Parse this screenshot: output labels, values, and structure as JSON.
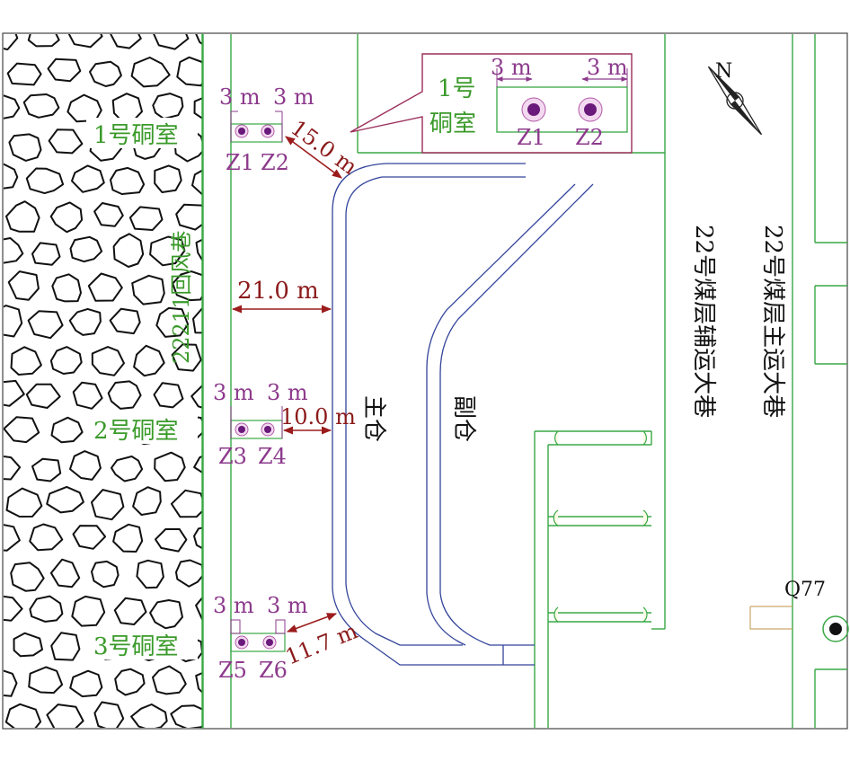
{
  "colors": {
    "roadway": "#39a845",
    "silo": "#33449a",
    "dimension": "#9b1c1c",
    "borehole": "#6a1a7a",
    "chamber_label": "#3a9a2a",
    "borehole_label": "#8c3a8c"
  },
  "roadway_label": "22211回风巷",
  "aux_roadway_label": "22号煤层辅运大巷",
  "main_roadway_label": "22号煤层主运大巷",
  "main_silo_label": "主仓",
  "aux_silo_label": "副仓",
  "north_label": "N",
  "well_label": "Q77",
  "chambers": [
    {
      "label": "1号硐室",
      "spacing_left": "3 m",
      "spacing_right": "3 m",
      "holes": [
        "Z1",
        "Z2"
      ],
      "distance": "15.0 m"
    },
    {
      "label": "2号硐室",
      "spacing_left": "3 m",
      "spacing_right": "3 m",
      "holes": [
        "Z3",
        "Z4"
      ],
      "distance": "10.0 m"
    },
    {
      "label": "3号硐室",
      "spacing_left": "3 m",
      "spacing_right": "3 m",
      "holes": [
        "Z5",
        "Z6"
      ],
      "distance": "11.7 m"
    }
  ],
  "roadway_to_silo_distance": "21.0 m",
  "inset": {
    "label_line1": "1号",
    "label_line2": "硐室",
    "spacing_left": "3 m",
    "spacing_right": "3 m",
    "holes": [
      "Z1",
      "Z2"
    ]
  }
}
